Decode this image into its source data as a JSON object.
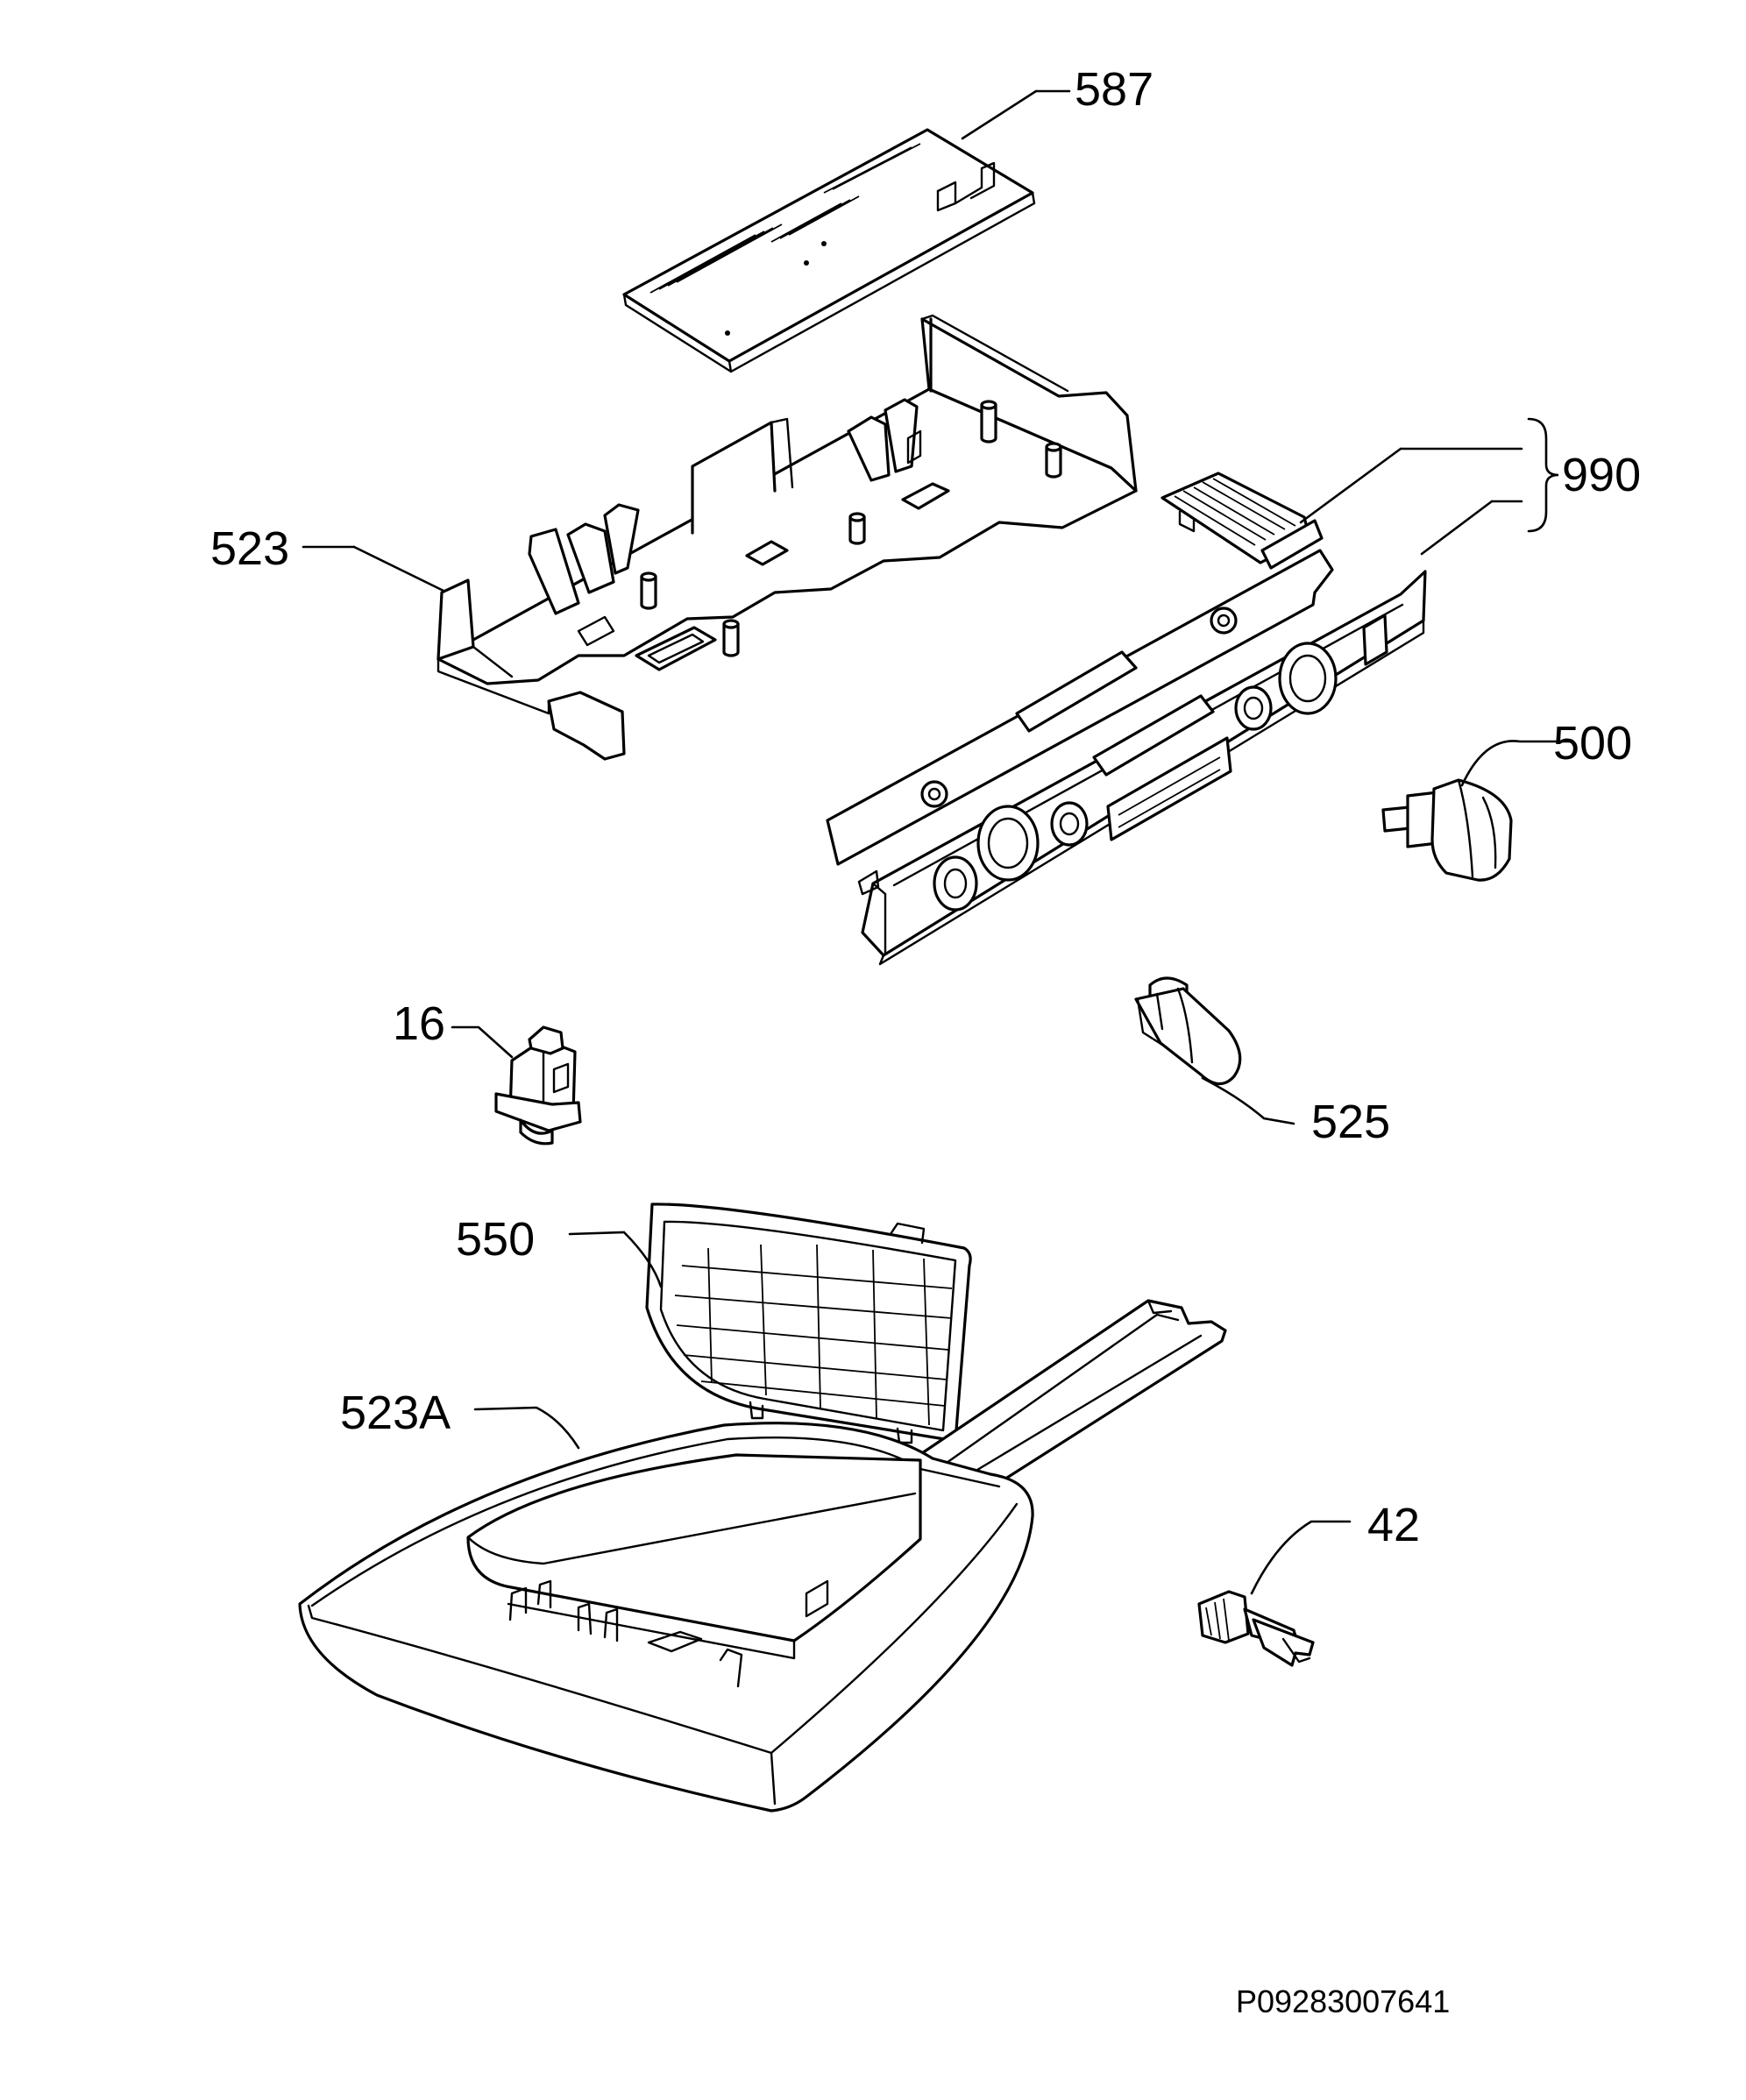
{
  "callouts": {
    "p587": "587",
    "p990": "990",
    "p523": "523",
    "p500": "500",
    "p16": "16",
    "p525": "525",
    "p550": "550",
    "p523A": "523A",
    "p42": "42"
  },
  "reference_code": "P09283007641",
  "icons": {
    "brace": "curly-brace-icon"
  }
}
